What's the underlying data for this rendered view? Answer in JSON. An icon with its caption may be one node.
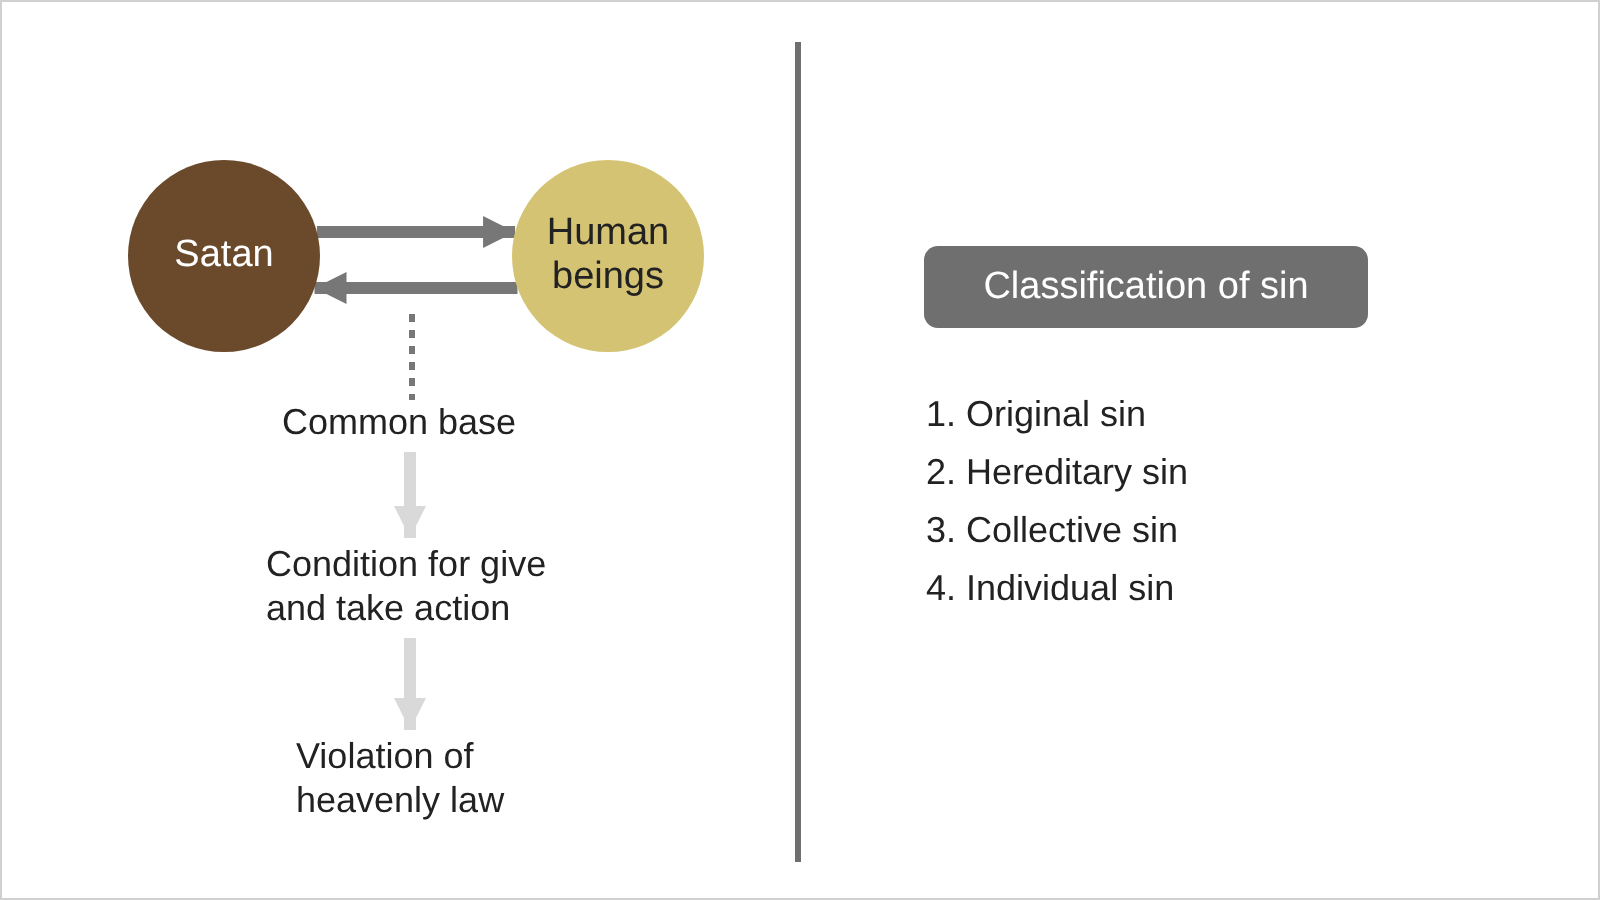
{
  "diagram": {
    "nodes": [
      {
        "text": [
          "Satan"
        ]
      },
      {
        "text": [
          "Human beings"
        ]
      },
      {
        "text": [
          "Common base"
        ]
      },
      {
        "text": [
          "Condition for give and take action"
        ]
      },
      {
        "text": [
          "Violation of heavenly law"
        ]
      },
      {
        "text": [
          "Classification of sin"
        ]
      }
    ],
    "edges": [
      {
        "from": 0,
        "to": 1,
        "arrow": "to"
      },
      {
        "from": 1,
        "to": 0,
        "arrow": "to"
      },
      {
        "from": null,
        "to": 2,
        "arrow": "none",
        "style": "dashed"
      },
      {
        "from": 2,
        "to": 3,
        "arrow": "to",
        "color": "#d9d9d9"
      },
      {
        "from": 3,
        "to": 4,
        "arrow": "to",
        "color": "#d9d9d9"
      }
    ],
    "labels": [
      "1. Original sin",
      "2. Hereditary sin",
      "3. Collective sin",
      "4. Individual sin"
    ]
  }
}
